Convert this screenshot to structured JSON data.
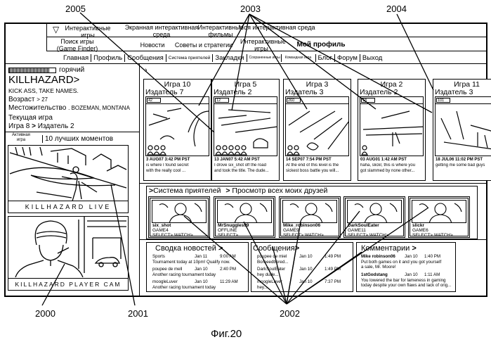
{
  "reference_numerals": {
    "top": [
      "2005",
      "2003",
      "2004"
    ],
    "bottom": [
      "2000",
      "2001",
      "2002"
    ]
  },
  "figure_caption": "Фиг.20",
  "top_nav": {
    "row1": [
      {
        "label": "Интерактивные игры",
        "icon": "triangle-down-icon"
      },
      {
        "label": "Экранная интерактивная среда"
      },
      {
        "label": "Интерактивные фильмы"
      },
      {
        "label": "Моя интерактивная среда"
      }
    ],
    "row2": [
      {
        "label": "Поиск игры (Game Finder)"
      },
      {
        "label": "Новости"
      },
      {
        "label": "Советы и стратегии"
      },
      {
        "label": "Интерактивные игры"
      },
      {
        "label": "Мой профиль"
      }
    ],
    "subnav": [
      "Главная",
      "Профиль",
      "Сообщения",
      "Система приятелей",
      "Закладки",
      "Сохраненные игры",
      "Командная игра",
      "Блог",
      "Форум",
      "Выход"
    ]
  },
  "profile": {
    "heat_label": "горячий",
    "heat_level": 0.85,
    "username": "KILLHAZARD",
    "tagline": "KICK ASS, TAKE NAMES.",
    "age_label": "Возраст",
    "age_value": "> 27",
    "location_label": "Местожительство",
    "location_value": ". BOZEMAN, MONTANA",
    "current_game_label": "Текущая игра",
    "current_game": "Игра 8",
    "current_publisher": "Издатель 2"
  },
  "video_panel": {
    "active_tab": "Активная игра",
    "top10_tab": "10 лучших моментов",
    "live_caption": "KILLHAZARD LIVE",
    "cam_caption": "KILLHAZARD PLAYER CAM"
  },
  "games": [
    {
      "title": "Игра 10",
      "publisher": "Издатель 7",
      "score": "42",
      "viewers": 3,
      "date": "3 AUG07 3:42 PM PST",
      "desc1": "is where I found secret",
      "desc2": "with the really cool ..."
    },
    {
      "title": "Игра 5",
      "publisher": "Издатель 2",
      "score": "12",
      "viewers": 5,
      "date": "13 JAN07 5:42 AM PST",
      "desc1": "I drove six_shot off the road",
      "desc2": "and took the title. The dude..."
    },
    {
      "title": "Игра 3",
      "publisher": "Издатель 3",
      "score": "260",
      "viewers": 2,
      "date": "14 SEP07 7:54 PM PST",
      "desc1": "At the end of this level is the",
      "desc2": "sickest boss battle you will..."
    },
    {
      "title": "Игра 2",
      "publisher": "Издатель 2",
      "score": "18",
      "viewers": 1,
      "date": "03 AUG01 1:42 AM PST",
      "desc1": "haha, slickr, this is where you",
      "desc2": "got slammed by none other..."
    },
    {
      "title": "Игра 11",
      "publisher": "Издатель 3",
      "score": "101",
      "viewers": 0,
      "date": "18 JUL06 11:02 PM PST",
      "desc1": "getting me some bad guys",
      "desc2": ""
    }
  ],
  "friends_section": {
    "title": "Система приятелей",
    "view_all": "Просмотр всех моих друзей",
    "friends": [
      {
        "name": "six_shot",
        "game": "GAME4",
        "actions": "SELECT> WATCH>"
      },
      {
        "name": "MrSnuggles99",
        "game": "OFFLINE",
        "actions": "SELECT>"
      },
      {
        "name": "Mike_robinson06",
        "game": "GAME9",
        "actions": "SELECT> WATCH>"
      },
      {
        "name": "DarkSoulEater",
        "game": "GAME11",
        "actions": "SELECT> WATCH>"
      },
      {
        "name": "slickr",
        "game": "GAME6",
        "actions": "SELECT> WATCH>"
      }
    ]
  },
  "news": {
    "title": "Сводка новостей",
    "items": [
      {
        "from": "Sports",
        "date": "Jan 11",
        "time": "9:00 AM",
        "text": "Tournament today at 10pm! Qualify now."
      },
      {
        "from": "poupee de mell",
        "date": "Jan 10",
        "time": "2:40 PM",
        "text": "Another racing tournament today"
      },
      {
        "from": "moogleLuver",
        "date": "Jan 10",
        "time": "11:29 AM",
        "text": "Another racing tournament today"
      }
    ]
  },
  "messages": {
    "title": "Сообщения",
    "items": [
      {
        "from": "poupee de miel",
        "date": "Jan 10",
        "time": "1:49 PM",
        "text": "Boreeedbored..."
      },
      {
        "from": "DarkSoulEater",
        "date": "Jan 10",
        "time": "1:49 PM",
        "text": "hey dude..."
      },
      {
        "from": "moogleLuver",
        "date": "Jan 10",
        "time": "7:37 PM",
        "text": "hey..."
      }
    ]
  },
  "comments": {
    "title": "Комментарии",
    "items": [
      {
        "from": "Mike robinson06",
        "date": "Jan 10",
        "time": "1:40 PM",
        "text1": "Put both games on it and you got yourself",
        "text2": "a sale, Mr. Moore!"
      },
      {
        "from": "1stGodstang",
        "date": "Jan 10",
        "time": "1:11 AM",
        "text1": "You lowered the bar for lameness in gaming",
        "text2": "today despite your own flaws and lack of orig..."
      }
    ]
  }
}
